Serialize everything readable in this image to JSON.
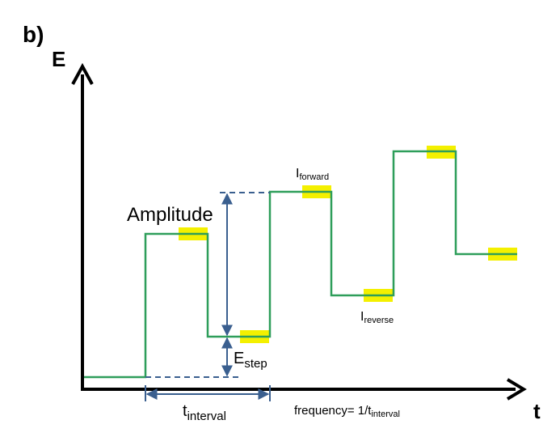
{
  "panel_label": "b)",
  "axes": {
    "y_label": "E",
    "x_label": "t"
  },
  "labels": {
    "amplitude": "Amplitude",
    "i_forward_main": "I",
    "i_forward_sub": "forward",
    "i_reverse_main": "I",
    "i_reverse_sub": "reverse",
    "e_step_main": "E",
    "e_step_sub": "step",
    "t_interval_main": "t",
    "t_interval_sub": "interval",
    "frequency_main": "frequency= 1/t",
    "frequency_sub": "interval"
  },
  "colors": {
    "waveform": "#2e9e5a",
    "sample_highlight": "#f4f000",
    "dimension": "#3a5f8f",
    "axis": "#000000"
  }
}
